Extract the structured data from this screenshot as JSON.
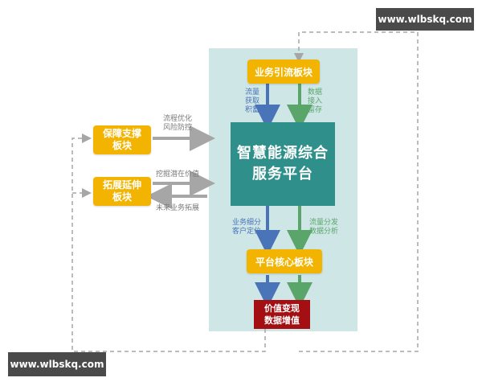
{
  "watermark": {
    "top": "www.wlbskq.com",
    "bottom": "www.wlbskq.com"
  },
  "blocks": {
    "traffic": "业务引流板块",
    "core_line1": "智慧能源综合",
    "core_line2": "服务平台",
    "platform_core": "平台核心板块",
    "value_line1": "价值变现",
    "value_line2": "数据增值",
    "support_line1": "保障支撑",
    "support_line2": "板块",
    "extend_line1": "拓展延伸",
    "extend_line2": "板块"
  },
  "labels": {
    "top_blue": [
      "流量",
      "获取",
      "积蓄"
    ],
    "top_green": [
      "数据",
      "接入",
      "留存"
    ],
    "bottom_blue": [
      "业务细分",
      "客户定位"
    ],
    "bottom_green": [
      "流量分发",
      "数据分析"
    ],
    "support": [
      "流程优化",
      "风险防控"
    ],
    "extend_in": "挖掘潜在价值",
    "extend_out": "未来业务拓展"
  },
  "colors": {
    "panel": "#cfe6e6",
    "core": "#2f8f8a",
    "block": "#f2b400",
    "value": "#a30f12",
    "arrow_blue": "#4a74b8",
    "arrow_green": "#5aa56a",
    "arrow_gray": "#a6a6a6"
  }
}
